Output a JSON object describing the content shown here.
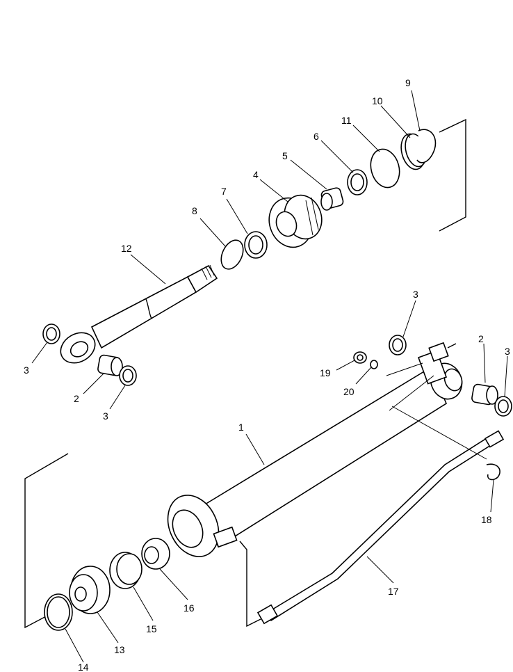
{
  "diagram": {
    "callouts": [
      {
        "id": "c9",
        "text": "9"
      },
      {
        "id": "c10",
        "text": "10"
      },
      {
        "id": "c11",
        "text": "11"
      },
      {
        "id": "c6",
        "text": "6"
      },
      {
        "id": "c5",
        "text": "5"
      },
      {
        "id": "c4",
        "text": "4"
      },
      {
        "id": "c7",
        "text": "7"
      },
      {
        "id": "c8",
        "text": "8"
      },
      {
        "id": "c12",
        "text": "12"
      },
      {
        "id": "c3a",
        "text": "3"
      },
      {
        "id": "c2a",
        "text": "2"
      },
      {
        "id": "c3b",
        "text": "3"
      },
      {
        "id": "c3c",
        "text": "3"
      },
      {
        "id": "c19",
        "text": "19"
      },
      {
        "id": "c20",
        "text": "20"
      },
      {
        "id": "c2b",
        "text": "2"
      },
      {
        "id": "c3d",
        "text": "3"
      },
      {
        "id": "c1",
        "text": "1"
      },
      {
        "id": "c18",
        "text": "18"
      },
      {
        "id": "c17",
        "text": "17"
      },
      {
        "id": "c16",
        "text": "16"
      },
      {
        "id": "c15",
        "text": "15"
      },
      {
        "id": "c13",
        "text": "13"
      },
      {
        "id": "c14",
        "text": "14"
      }
    ]
  }
}
